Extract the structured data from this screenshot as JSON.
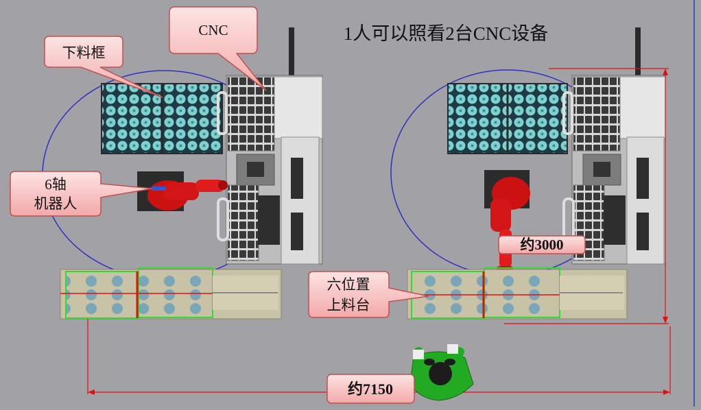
{
  "title": "1人可以照看2台CNC设备",
  "callouts": {
    "cnc": "CNC",
    "bin": "下料框",
    "robot_line1": "6轴",
    "robot_line2": "机器人",
    "table_line1": "六位置",
    "table_line2": "上料台"
  },
  "dimensions": {
    "height": "约3000",
    "width": "约7150"
  },
  "colors": {
    "background": "#a2a2a6",
    "callout_fill": "#f8c4c4",
    "callout_stroke": "#c05050",
    "dimension_line": "#e01010",
    "robot": "#cc1111",
    "reach_circle": "#3030c0",
    "part": "#7fd0d0",
    "operator": "#22aa22"
  }
}
